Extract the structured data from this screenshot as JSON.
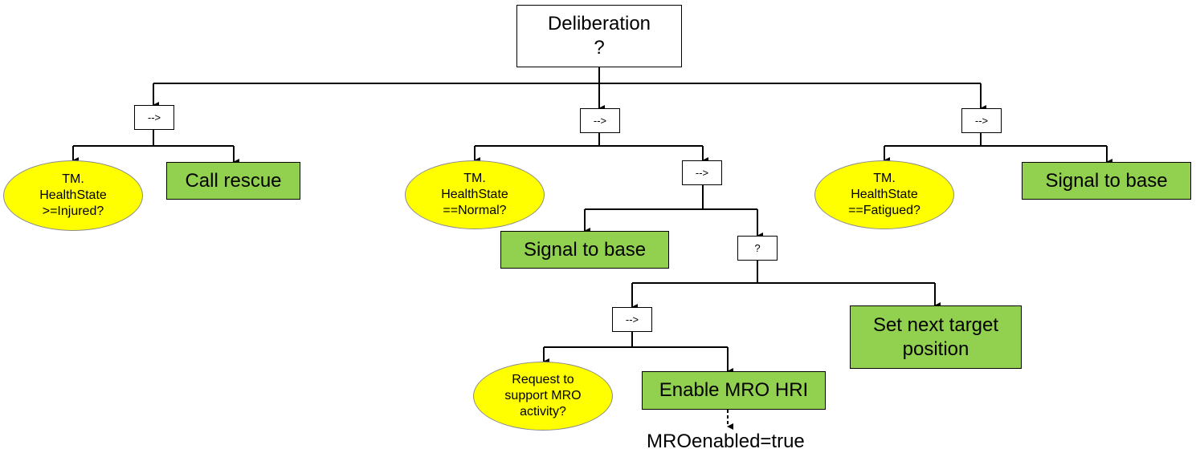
{
  "root": {
    "line1": "Deliberation",
    "line2": "?"
  },
  "left": {
    "sequence_label": "-->",
    "condition": "TM.\nHealthState\n>=Injured?",
    "action": "Call rescue"
  },
  "middle": {
    "sequence_label": "-->",
    "condition": "TM.\nHealthState\n==Normal?",
    "inner_sequence_label": "-->",
    "action_signal": "Signal to base",
    "fallback_label": "?",
    "sub_sequence_label": "-->",
    "request_condition": "Request to\nsupport MRO\nactivity?",
    "action_enable": "Enable MRO HRI",
    "result": "MROenabled=true",
    "action_target": "Set next target\nposition"
  },
  "right": {
    "sequence_label": "-->",
    "condition": "TM.\nHealthState\n==Fatigued?",
    "action": "Signal to base"
  }
}
